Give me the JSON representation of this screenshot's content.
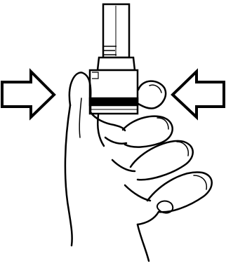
{
  "figure": {
    "subject": "hand-squeezing-inhaler-device",
    "colors": {
      "background": "#ffffff",
      "ink": "#000000"
    },
    "arrows": {
      "left": {
        "direction": "right",
        "meaning": "squeeze-inward"
      },
      "right": {
        "direction": "left",
        "meaning": "squeeze-inward"
      }
    },
    "icons": [
      "inhaler-icon",
      "hand-icon",
      "arrow-right-icon",
      "arrow-left-icon"
    ]
  }
}
